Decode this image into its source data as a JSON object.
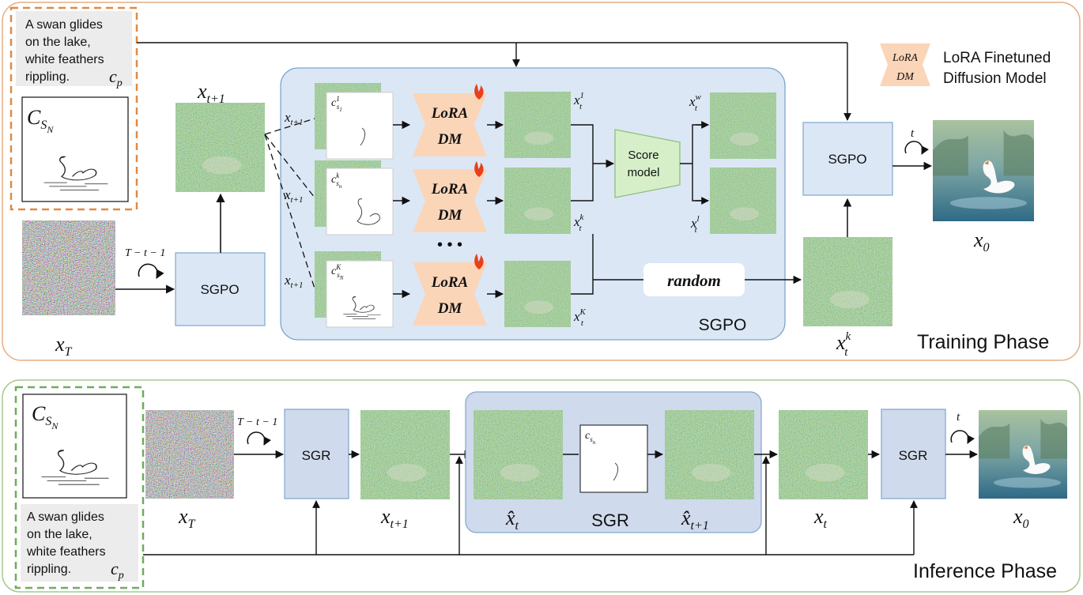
{
  "colors": {
    "training_border": "#e6ad84",
    "inference_border": "#a7c98e",
    "prompt_dash_orange": "#e08a43",
    "prompt_dash_green": "#6cae5a",
    "sgpo_bg": "#dbe7f5",
    "sgpo_stroke": "#7fa6cf",
    "sgr_bg": "#cfdaec",
    "lora_fill": "#fbd5b8",
    "score_fill": "#d6efc9",
    "score_stroke": "#8cc07b"
  },
  "training": {
    "phase_label": "Training Phase",
    "prompt": {
      "lines": [
        "A swan glides",
        "on the lake,",
        "white feathers",
        "rippling."
      ],
      "cp": "c",
      "cp_sub": "p"
    },
    "sketch": {
      "c": "C",
      "s": "S",
      "n": "N"
    },
    "noise_label": {
      "x": "x",
      "sub": "T"
    },
    "step_label": "T − t − 1",
    "sgpo_small": "SGPO",
    "xt1_label": {
      "x": "x",
      "sub": "t+1"
    },
    "branch_label": {
      "x": "x",
      "sub": "t+1"
    },
    "conds": [
      {
        "c": "c",
        "sup": "1",
        "sub": "s",
        "subsub": "1"
      },
      {
        "c": "c",
        "sup": "k",
        "sub": "s",
        "subsub": "n"
      },
      {
        "c": "c",
        "sup": "K",
        "sub": "s",
        "subsub": "N"
      }
    ],
    "lora": {
      "line1": "LoRA",
      "line2": "DM"
    },
    "dots": "• • •",
    "outputs": [
      {
        "x": "x",
        "sub": "t",
        "sup": "1"
      },
      {
        "x": "x",
        "sub": "t",
        "sup": "k"
      },
      {
        "x": "x",
        "sub": "t",
        "sup": "K"
      }
    ],
    "score_model": {
      "line1": "Score",
      "line2": "model"
    },
    "win": {
      "x": "x",
      "sub": "t",
      "sup": "w"
    },
    "lose": {
      "x": "x",
      "sub": "t",
      "sup": "l"
    },
    "random": "random",
    "sgpo_big": "SGPO",
    "selected": {
      "x": "x",
      "sub": "t",
      "sup": "k"
    },
    "sgpo_right": "SGPO",
    "t_label": "t",
    "x0_label": {
      "x": "x",
      "sub": "0"
    }
  },
  "legend": {
    "icon_line1": "LoRA",
    "icon_line2": "DM",
    "text_line1": "LoRA Finetuned",
    "text_line2": "Diffusion Model"
  },
  "inference": {
    "phase_label": "Inference Phase",
    "prompt": {
      "lines": [
        "A swan glides",
        "on the lake,",
        "white feathers",
        "rippling."
      ],
      "cp": "c",
      "cp_sub": "p"
    },
    "sketch": {
      "c": "C",
      "s": "S",
      "n": "N"
    },
    "noise_label": {
      "x": "x",
      "sub": "T"
    },
    "step_label": "T − t − 1",
    "sgr1": "SGR",
    "xt1_label": {
      "x": "x",
      "sub": "t+1"
    },
    "hat_xt": {
      "x": "x̂",
      "sub": "t"
    },
    "cond": {
      "c": "c",
      "sub": "s",
      "subsub": "n"
    },
    "hat_xt1": {
      "x": "x̂",
      "sub": "t+1"
    },
    "sgr_big": "SGR",
    "xt_label": {
      "x": "x",
      "sub": "t"
    },
    "sgr2": "SGR",
    "t_label": "t",
    "x0_label": {
      "x": "x",
      "sub": "0"
    }
  }
}
